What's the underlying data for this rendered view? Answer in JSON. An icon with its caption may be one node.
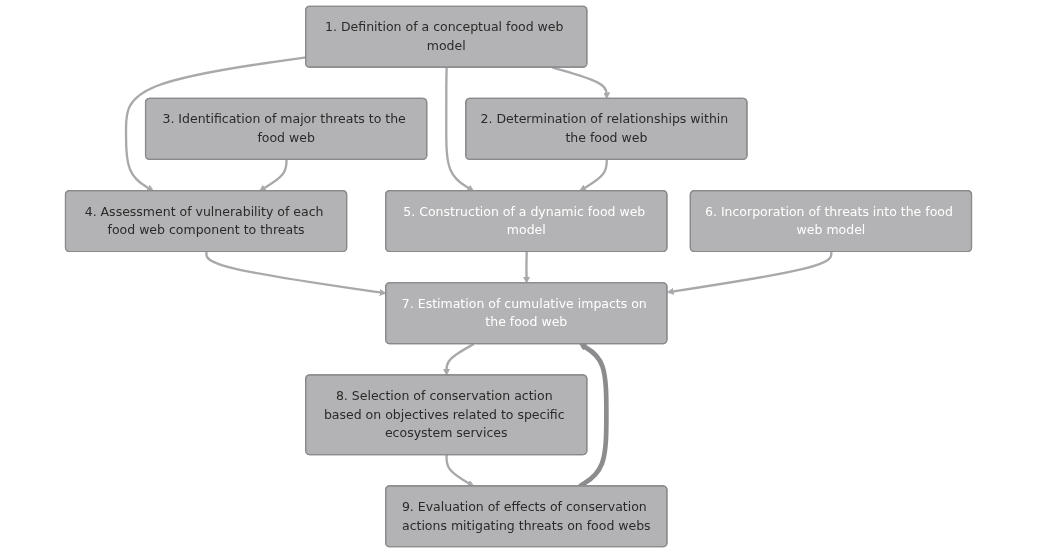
{
  "diagram": {
    "nodes": [
      {
        "text": [
          "1. Definition of a conceptual food web model"
        ]
      },
      {
        "text": [
          "2. Determination of relationships within the food web"
        ]
      },
      {
        "text": [
          "3. Identification of major threats to the food web"
        ]
      },
      {
        "text": [
          "4. Assessment of vulnerability of each food web component to threats"
        ]
      },
      {
        "text": [
          "5. Construction of a dynamic food web model"
        ]
      },
      {
        "text": [
          "6. Incorporation of threats into the food web model"
        ]
      },
      {
        "text": [
          "7. Estimation of cumulative impacts on the food web"
        ]
      },
      {
        "text": [
          "8. Selection of conservation action based on objectives related to specific ecosystem services"
        ]
      },
      {
        "text": [
          "9. Evaluation of effects of conservation actions mitigating threats on food webs"
        ]
      }
    ],
    "edges": [
      {
        "from": 0,
        "to": 1,
        "arrow": "to"
      },
      {
        "from": 0,
        "to": 4,
        "arrow": "to"
      },
      {
        "from": 0,
        "to": 3,
        "arrow": "to"
      },
      {
        "from": 2,
        "to": 3,
        "arrow": "to"
      },
      {
        "from": 1,
        "to": 4,
        "arrow": "to"
      },
      {
        "from": 3,
        "to": 6,
        "arrow": "to"
      },
      {
        "from": 4,
        "to": 6,
        "arrow": "to"
      },
      {
        "from": 5,
        "to": 6,
        "arrow": "to"
      },
      {
        "from": 6,
        "to": 7,
        "arrow": "to"
      },
      {
        "from": 7,
        "to": 8,
        "arrow": "to"
      },
      {
        "from": 8,
        "to": 6,
        "arrow": "to",
        "style": "thick",
        "color": "#8c8c8e"
      }
    ]
  }
}
